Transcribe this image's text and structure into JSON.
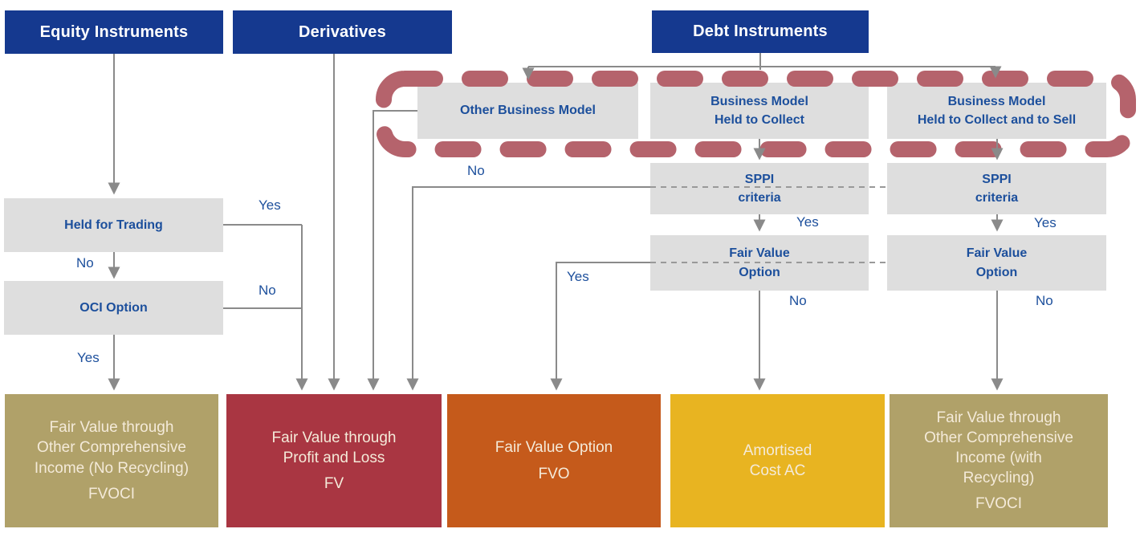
{
  "palette": {
    "header_navy": "#15398f",
    "decision_gray": "#dedede",
    "decision_text_blue": "#1c4f9c",
    "connector_gray": "#8a8a8a",
    "dashed_border_maroon": "#b5636c",
    "outcome_khaki": "#b0a169",
    "outcome_dark_red": "#a93642",
    "outcome_orange": "#c55a1b",
    "outcome_gold": "#e8b421",
    "outcome_text_cream": "#f4ead9"
  },
  "headers": {
    "equity": "Equity Instruments",
    "derivatives": "Derivatives",
    "debt": "Debt Instruments"
  },
  "decisions": {
    "held_for_trading": "Held for Trading",
    "oci_option": "OCI Option",
    "other_business_model": "Other Business Model",
    "bm_held_to_collect": "Business Model\nHeld to Collect",
    "bm_held_to_collect_sell": "Business Model\nHeld to Collect and to Sell",
    "sppi_mid": "SPPI\ncriteria",
    "sppi_right": "SPPI\ncriteria",
    "fvo_mid": "Fair Value\nOption",
    "fvo_right": "Fair Value\nOption"
  },
  "edge_labels": {
    "hft_yes": "Yes",
    "hft_no": "No",
    "oci_no": "No",
    "oci_yes": "Yes",
    "sppi_no": "No",
    "fvo_yes": "Yes",
    "sppi_mid_yes": "Yes",
    "fvo_mid_no": "No",
    "sppi_right_yes": "Yes",
    "fvo_right_no": "No"
  },
  "outcomes": [
    {
      "id": "fvoci-no-recycling",
      "lines": "Fair Value through\nOther Comprehensive\nIncome (No Recycling)",
      "abbr": "FVOCI",
      "color": "#b0a169"
    },
    {
      "id": "fvpl",
      "lines": "Fair Value through\nProfit and Loss",
      "abbr": "FV",
      "color": "#a93642"
    },
    {
      "id": "fvo",
      "lines": "Fair Value Option",
      "abbr": "FVO",
      "color": "#c55a1b"
    },
    {
      "id": "amortised-cost",
      "lines": "Amortised\nCost AC",
      "abbr": "",
      "color": "#e8b421"
    },
    {
      "id": "fvoci-with-recycling",
      "lines": "Fair Value through\nOther Comprehensive\nIncome (with\nRecycling)",
      "abbr": "FVOCI",
      "color": "#b0a169"
    }
  ]
}
